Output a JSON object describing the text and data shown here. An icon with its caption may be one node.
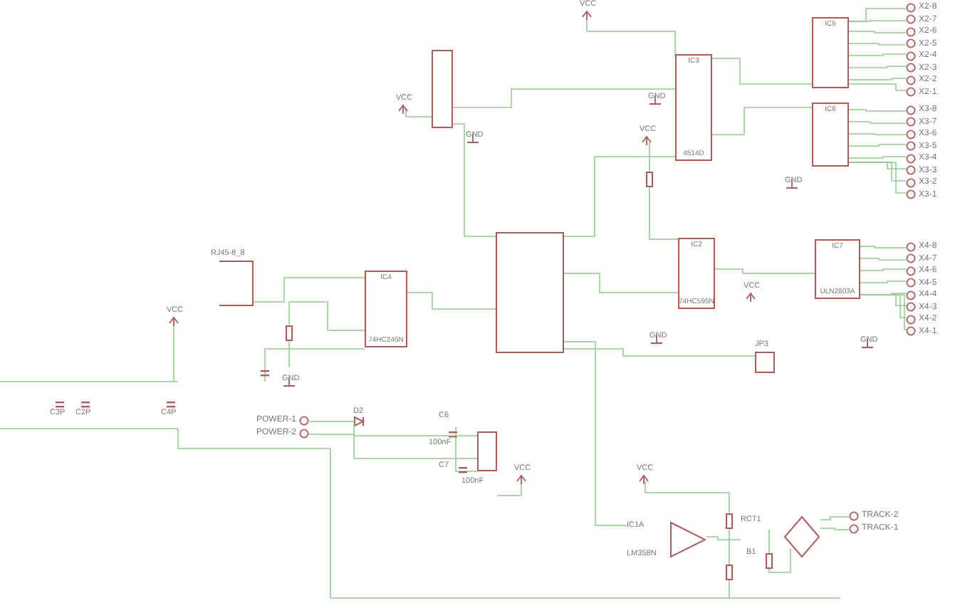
{
  "diagram": {
    "nodes": [
      {
        "text": [],
        "shape": "box"
      },
      {
        "text": [
          "IC3",
          "4514D"
        ]
      },
      {
        "text": [
          "IC5"
        ]
      },
      {
        "text": [
          "IC6"
        ]
      },
      {
        "text": [
          "X2-8"
        ]
      },
      {
        "text": [
          "X2-7"
        ]
      },
      {
        "text": [
          "X2-6"
        ]
      },
      {
        "text": [
          "X2-5"
        ]
      },
      {
        "text": [
          "X2-4"
        ]
      },
      {
        "text": [
          "X2-3"
        ]
      },
      {
        "text": [
          "X2-2"
        ]
      },
      {
        "text": [
          "X2-1"
        ]
      },
      {
        "text": [
          "X3-8"
        ]
      },
      {
        "text": [
          "X3-7"
        ]
      },
      {
        "text": [
          "X3-6"
        ]
      },
      {
        "text": [
          "X3-5"
        ]
      },
      {
        "text": [
          "X3-4"
        ]
      },
      {
        "text": [
          "X3-3"
        ]
      },
      {
        "text": [
          "X3-2"
        ]
      },
      {
        "text": [
          "X3-1"
        ]
      },
      {
        "text": [
          "IC2",
          "74HC595N"
        ]
      },
      {
        "text": [
          "IC7",
          "ULN2803A"
        ]
      },
      {
        "text": [
          "X4-8"
        ]
      },
      {
        "text": [
          "X4-7"
        ]
      },
      {
        "text": [
          "X4-6"
        ]
      },
      {
        "text": [
          "X4-5"
        ]
      },
      {
        "text": [
          "X4-4"
        ]
      },
      {
        "text": [
          "X4-3"
        ]
      },
      {
        "text": [
          "X4-2"
        ]
      },
      {
        "text": [
          "X4-1"
        ]
      },
      {
        "text": [],
        "shape": "box"
      },
      {
        "text": [
          "IC4",
          "74HC245N"
        ]
      },
      {
        "text": [
          "RJ45-8_8"
        ]
      },
      {
        "text": [],
        "shape": "box",
        "beside": [
          "JP3"
        ]
      },
      {
        "text": [
          "POWER-1"
        ]
      },
      {
        "text": [
          "POWER-2"
        ]
      },
      {
        "text": [],
        "shape": "box"
      },
      {
        "text": [
          "IC1A",
          "LM358N"
        ]
      },
      {
        "text": [
          "RCT1",
          "B1"
        ]
      },
      {
        "text": [
          "TRACK-2"
        ]
      },
      {
        "text": [
          "TRACK-1"
        ]
      }
    ],
    "edges": [
      {
        "from": 0,
        "to": 1,
        "arrow": "none"
      },
      {
        "from": 0,
        "to": 30,
        "arrow": "none"
      },
      {
        "from": 1,
        "to": 2,
        "arrow": "none"
      },
      {
        "from": 1,
        "to": 3,
        "arrow": "none"
      },
      {
        "from": 2,
        "to": 4,
        "arrow": "none"
      },
      {
        "from": 2,
        "to": 5,
        "arrow": "none"
      },
      {
        "from": 2,
        "to": 6,
        "arrow": "none"
      },
      {
        "from": 2,
        "to": 7,
        "arrow": "none"
      },
      {
        "from": 2,
        "to": 8,
        "arrow": "none"
      },
      {
        "from": 2,
        "to": 9,
        "arrow": "none"
      },
      {
        "from": 2,
        "to": 10,
        "arrow": "none"
      },
      {
        "from": 2,
        "to": 11,
        "arrow": "none"
      },
      {
        "from": 3,
        "to": 12,
        "arrow": "none"
      },
      {
        "from": 3,
        "to": 13,
        "arrow": "none"
      },
      {
        "from": 3,
        "to": 14,
        "arrow": "none"
      },
      {
        "from": 3,
        "to": 15,
        "arrow": "none"
      },
      {
        "from": 3,
        "to": 16,
        "arrow": "none"
      },
      {
        "from": 3,
        "to": 17,
        "arrow": "none"
      },
      {
        "from": 3,
        "to": 18,
        "arrow": "none"
      },
      {
        "from": 3,
        "to": 19,
        "arrow": "none"
      },
      {
        "from": 30,
        "to": 1,
        "arrow": "none"
      },
      {
        "from": 30,
        "to": 20,
        "arrow": "none"
      },
      {
        "from": 20,
        "to": 21,
        "arrow": "none"
      },
      {
        "from": 21,
        "to": 22,
        "arrow": "none"
      },
      {
        "from": 21,
        "to": 23,
        "arrow": "none"
      },
      {
        "from": 21,
        "to": 24,
        "arrow": "none"
      },
      {
        "from": 21,
        "to": 25,
        "arrow": "none"
      },
      {
        "from": 21,
        "to": 26,
        "arrow": "none"
      },
      {
        "from": 21,
        "to": 27,
        "arrow": "none"
      },
      {
        "from": 21,
        "to": 28,
        "arrow": "none"
      },
      {
        "from": 21,
        "to": 29,
        "arrow": "none"
      },
      {
        "from": 32,
        "to": 31,
        "arrow": "none"
      },
      {
        "from": 31,
        "to": 30,
        "arrow": "none"
      },
      {
        "from": 30,
        "to": 33,
        "arrow": "none"
      },
      {
        "from": 34,
        "to": 36,
        "arrow": "none"
      },
      {
        "from": 35,
        "to": 36,
        "arrow": "none"
      },
      {
        "from": 30,
        "to": 37,
        "arrow": "none"
      },
      {
        "from": 37,
        "to": 38,
        "arrow": "none"
      },
      {
        "from": 38,
        "to": 39,
        "arrow": "none"
      },
      {
        "from": 38,
        "to": 40,
        "arrow": "none"
      }
    ],
    "labels": [
      "VCC",
      "VCC",
      "GND",
      "GND",
      "VCC",
      "GND",
      "VCC",
      "GND",
      "GND",
      "VCC",
      "GND",
      "C3P",
      "C2P",
      "C4P",
      "D2",
      "C6",
      "100nF",
      "C7",
      "100nF",
      "VCC",
      "VCC"
    ]
  }
}
